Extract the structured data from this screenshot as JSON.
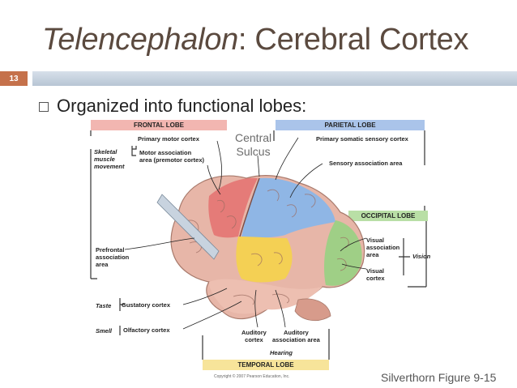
{
  "slide": {
    "number": "13",
    "title_italic": "Telencephalon",
    "title_rest": ": Cerebral Cortex",
    "bullet": "Organized into functional lobes:",
    "credit": "Silverthorn Figure 9-15"
  },
  "figure": {
    "headers": {
      "frontal": "FRONTAL LOBE",
      "parietal": "PARIETAL LOBE",
      "occipital": "OCCIPITAL LOBE",
      "temporal": "TEMPORAL LOBE"
    },
    "central_sulcus": [
      "Central",
      "Sulcus"
    ],
    "labels": {
      "primary_motor": "Primary motor cortex",
      "skeletal": [
        "Skeletal",
        "muscle",
        "movement"
      ],
      "motor_assoc": [
        "Motor association",
        "area (premotor cortex)"
      ],
      "primary_somatic": "Primary somatic sensory cortex",
      "sensory_assoc": "Sensory association area",
      "prefrontal": [
        "Prefrontal",
        "association",
        "area"
      ],
      "visual_assoc": [
        "Visual",
        "association",
        "area"
      ],
      "vision": "Vision",
      "visual_cortex": [
        "Visual",
        "cortex"
      ],
      "taste": "Taste",
      "gustatory": "Gustatory cortex",
      "smell": "Smell",
      "olfactory": "Olfactory cortex",
      "auditory_cortex": [
        "Auditory",
        "cortex"
      ],
      "auditory_assoc": [
        "Auditory",
        "association area"
      ],
      "hearing": "Hearing"
    },
    "copyright": "Copyright © 2007 Pearson Education, Inc."
  },
  "colors": {
    "title": "#5b4a3f",
    "accent": "#c5714b",
    "frontal_header": "#f2b6b1",
    "parietal_header": "#aac4ea",
    "occipital_header": "#b9dfa6",
    "temporal_header": "#f7e49a"
  }
}
